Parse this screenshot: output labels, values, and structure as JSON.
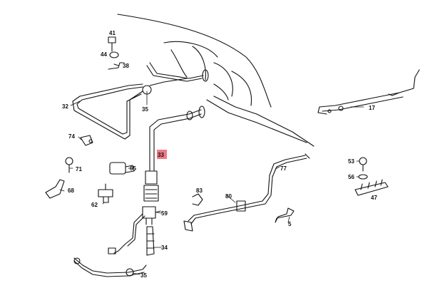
{
  "labels": {
    "p41": "41",
    "p44": "44",
    "p38": "38",
    "p32": "32",
    "p35a": "35",
    "p17": "17",
    "p74": "74",
    "p65": "65",
    "p71": "71",
    "p68": "68",
    "p62": "62",
    "p33": "33",
    "p53": "53",
    "p56": "56",
    "p47": "47",
    "p77": "77",
    "p83": "83",
    "p80": "80",
    "p59": "59",
    "p5": "5",
    "p34": "34",
    "p35b": "35"
  },
  "highlight": {
    "part": "33",
    "color": "#f07a84"
  }
}
